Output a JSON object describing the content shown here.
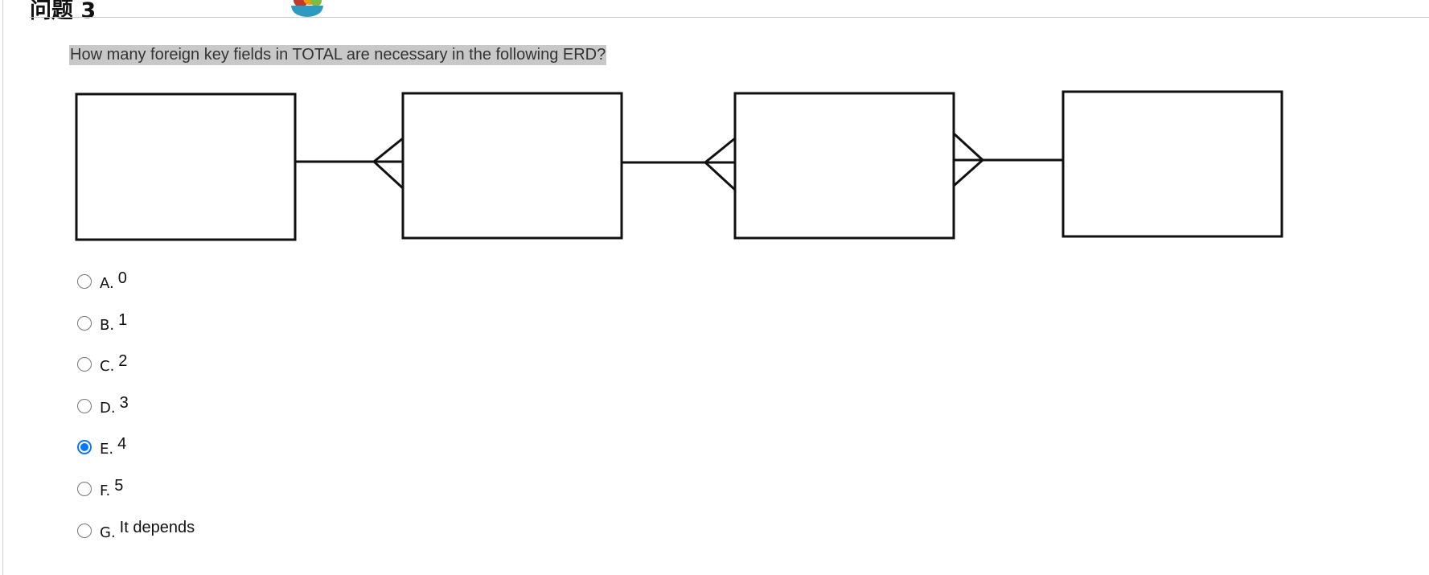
{
  "header": {
    "title": "问题 3"
  },
  "question": {
    "text": "How many foreign key fields in TOTAL are necessary in the following ERD?"
  },
  "diagram": {
    "entities": 4,
    "relationships": [
      {
        "from": 1,
        "to": 2,
        "cardinality": "one-to-many",
        "many_side": 2
      },
      {
        "from": 2,
        "to": 3,
        "cardinality": "one-to-many",
        "many_side": 3
      },
      {
        "from": 4,
        "to": 3,
        "cardinality": "one-to-many",
        "many_side": 3
      }
    ]
  },
  "options": [
    {
      "letter": "A.",
      "text": "0",
      "selected": false
    },
    {
      "letter": "B.",
      "text": "1",
      "selected": false
    },
    {
      "letter": "C.",
      "text": "2",
      "selected": false
    },
    {
      "letter": "D.",
      "text": "3",
      "selected": false
    },
    {
      "letter": "E.",
      "text": "4",
      "selected": true
    },
    {
      "letter": "F.",
      "text": "5",
      "selected": false
    },
    {
      "letter": "G.",
      "text": "It depends",
      "selected": false
    }
  ],
  "colors": {
    "accent": "#0a75ff",
    "highlight": "#c8c8c8"
  }
}
